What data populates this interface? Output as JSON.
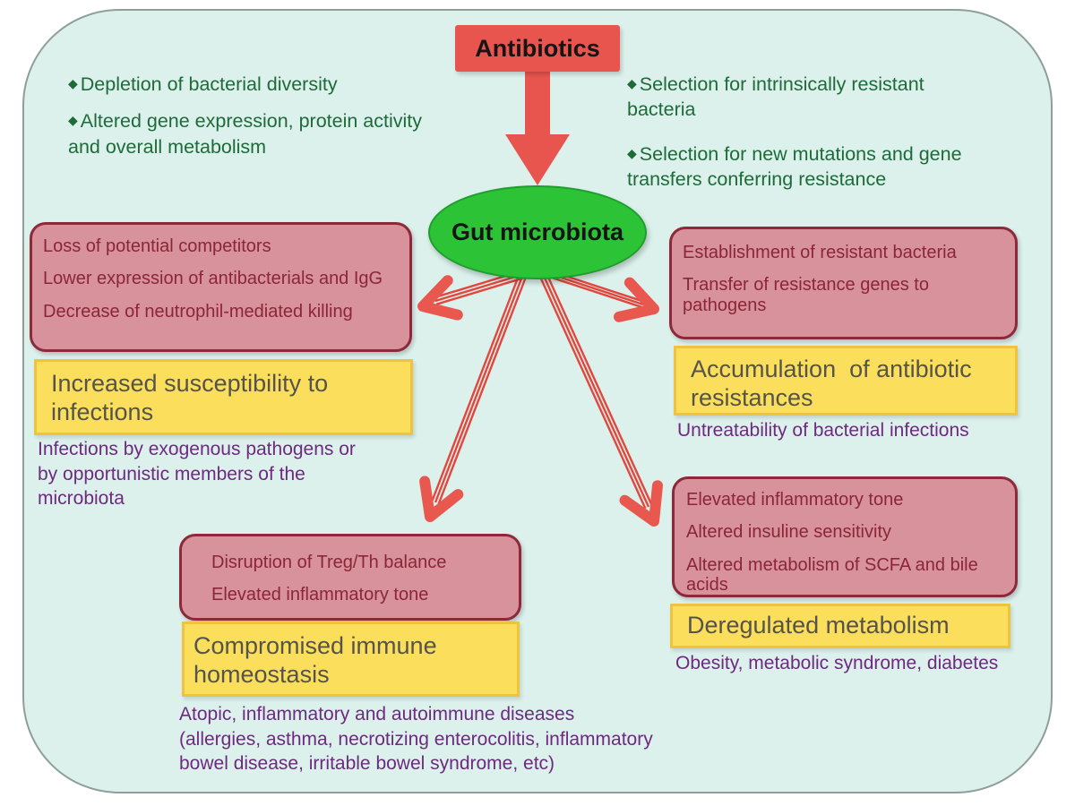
{
  "figure": {
    "title": "Antibiotics",
    "hub_label": "Gut microbiota",
    "bullet_marker": "◆",
    "colors": {
      "frame_background": "#dcf0ec",
      "frame_border": "#8f9e9b",
      "red_accent": "#e8544e",
      "hub_green": "#2cc436",
      "pink_fill": "#d7929c",
      "pink_border": "#8d2939",
      "pink_text": "#8c2636",
      "yellow_fill": "#fbdf5c",
      "yellow_border": "#edc340",
      "yellow_text": "#55534b",
      "bullet_green_text": "#1e6b3a",
      "purple_text": "#6e2a80"
    },
    "left_effects": [
      "Depletion of bacterial diversity",
      "Altered gene expression, protein activity and overall metabolism"
    ],
    "right_effects": [
      "Selection for intrinsically resistant bacteria",
      "Selection for new mutations and gene transfers conferring resistance"
    ],
    "branches": {
      "infection": {
        "causes": [
          "Loss of potential competitors",
          "Lower expression of antibacterials and IgG",
          "Decrease of neutrophil-mediated killing"
        ],
        "outcome": "Increased susceptibility to infections",
        "detail_lines": [
          "Infections by exogenous pathogens or",
          "by opportunistic members of the",
          "microbiota"
        ]
      },
      "resistance": {
        "causes": [
          "Establishment of resistant bacteria",
          "Transfer of resistance genes to pathogens"
        ],
        "outcome": "Accumulation  of antibiotic resistances",
        "detail_lines": [
          "Untreatability of bacterial infections"
        ]
      },
      "immune": {
        "causes": [
          "Disruption of Treg/Th balance",
          "Elevated inflammatory tone"
        ],
        "outcome": "Compromised immune homeostasis",
        "detail_lines": [
          "Atopic, inflammatory and autoimmune diseases",
          "(allergies, asthma, necrotizing enterocolitis, inflammatory",
          "bowel disease, irritable bowel syndrome, etc)"
        ]
      },
      "metabolism": {
        "causes": [
          "Elevated inflammatory tone",
          "Altered insuline sensitivity",
          "Altered metabolism of SCFA and bile acids"
        ],
        "outcome": "Deregulated metabolism",
        "detail_lines": [
          "Obesity, metabolic syndrome, diabetes"
        ]
      }
    }
  }
}
